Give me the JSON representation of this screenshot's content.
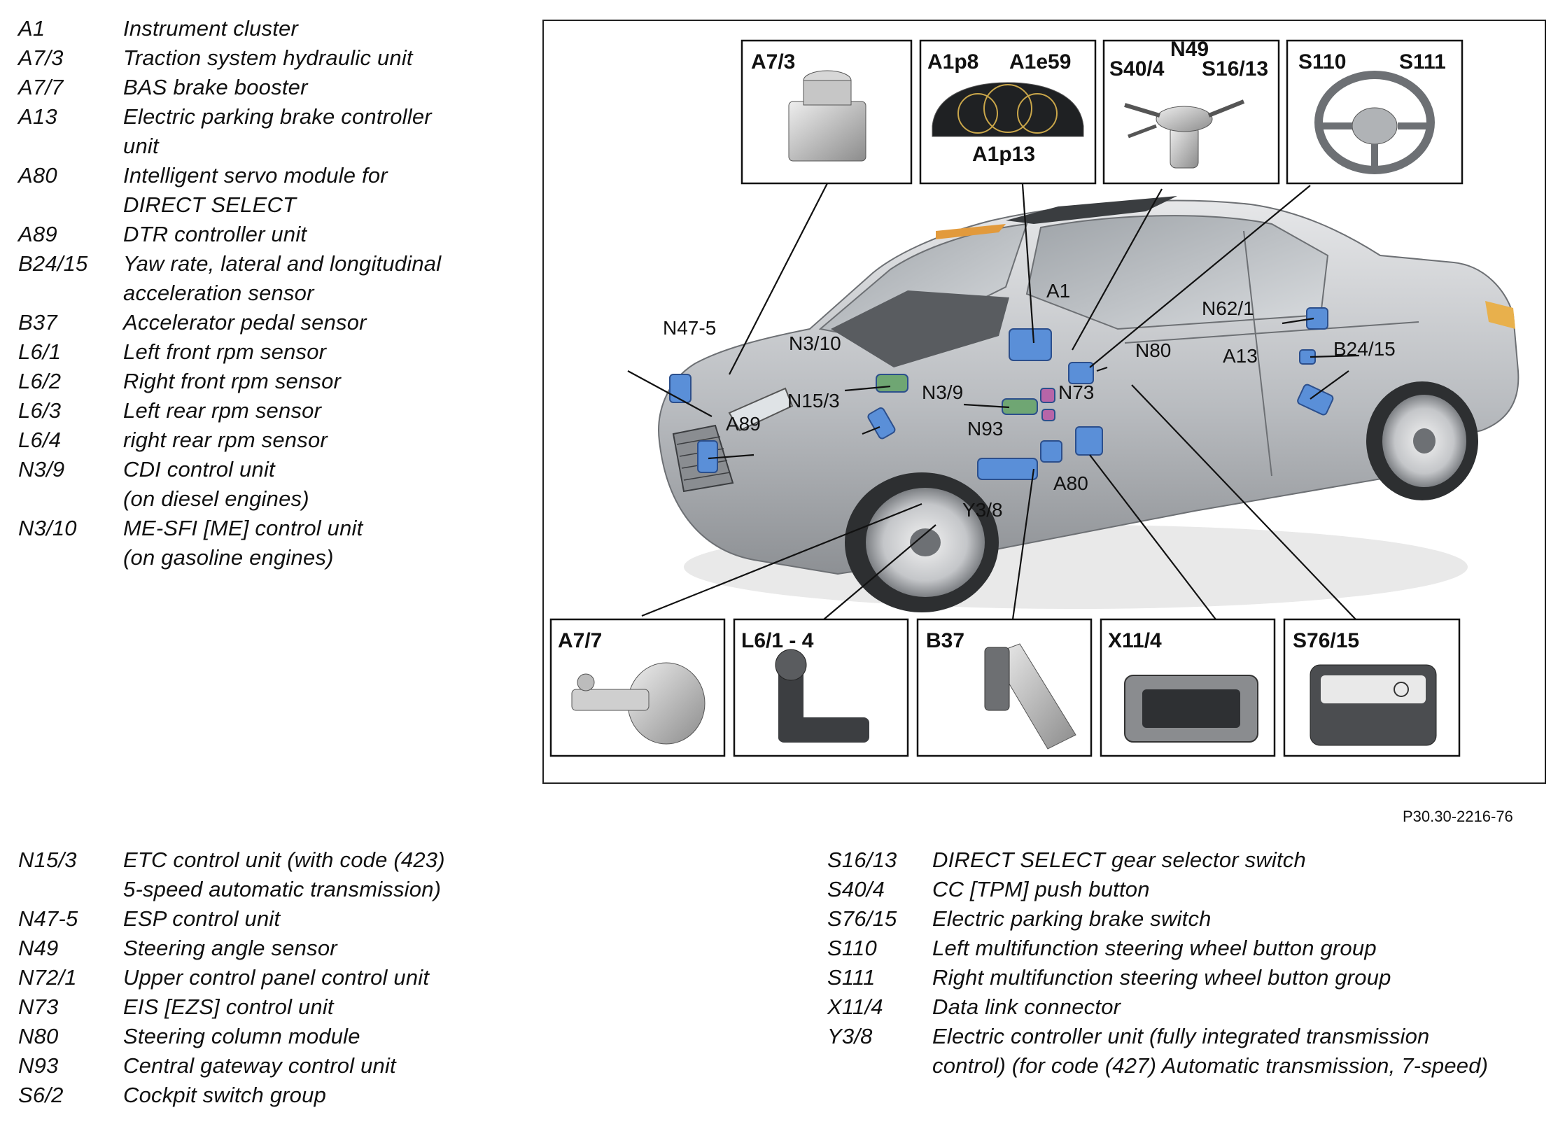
{
  "legend_top": [
    {
      "code": "A1",
      "desc": "Instrument cluster"
    },
    {
      "code": "A7/3",
      "desc": "Traction system hydraulic unit"
    },
    {
      "code": "A7/7",
      "desc": "BAS brake booster"
    },
    {
      "code": "A13",
      "desc": "Electric parking brake controller\nunit"
    },
    {
      "code": "A80",
      "desc": "Intelligent servo module for\nDIRECT SELECT"
    },
    {
      "code": "A89",
      "desc": "DTR controller unit"
    },
    {
      "code": "B24/15",
      "desc": "Yaw rate, lateral and longitudinal\nacceleration sensor"
    },
    {
      "code": "B37",
      "desc": "Accelerator pedal sensor"
    },
    {
      "code": "L6/1",
      "desc": "Left front rpm sensor"
    },
    {
      "code": "L6/2",
      "desc": "Right front rpm sensor"
    },
    {
      "code": "L6/3",
      "desc": "Left rear rpm sensor"
    },
    {
      "code": "L6/4",
      "desc": "right rear rpm sensor"
    },
    {
      "code": "N3/9",
      "desc": "CDI control unit\n(on diesel engines)"
    },
    {
      "code": "N3/10",
      "desc": "ME-SFI [ME] control unit\n(on gasoline engines)"
    }
  ],
  "legend_bottom_left": [
    {
      "code": "N15/3",
      "desc": "ETC control unit (with code (423)\n5-speed automatic transmission)"
    },
    {
      "code": "N47-5",
      "desc": "ESP control unit"
    },
    {
      "code": "N49",
      "desc": "Steering angle sensor"
    },
    {
      "code": "N72/1",
      "desc": "Upper control panel control unit"
    },
    {
      "code": "N73",
      "desc": "EIS [EZS] control unit"
    },
    {
      "code": "N80",
      "desc": "Steering column module"
    },
    {
      "code": "N93",
      "desc": "Central gateway control unit"
    },
    {
      "code": "S6/2",
      "desc": "Cockpit switch group"
    }
  ],
  "legend_bottom_right": [
    {
      "code": "S16/13",
      "desc": "DIRECT SELECT gear selector switch"
    },
    {
      "code": "S40/4",
      "desc": "CC [TPM] push button"
    },
    {
      "code": "S76/15",
      "desc": "Electric parking brake switch"
    },
    {
      "code": "S110",
      "desc": "Left multifunction steering wheel button group"
    },
    {
      "code": "S111",
      "desc": "Right multifunction steering wheel button group"
    },
    {
      "code": "X11/4",
      "desc": "Data link connector"
    },
    {
      "code": "Y3/8",
      "desc": "Electric controller unit (fully integrated transmission\ncontrol) (for code (427) Automatic transmission, 7-speed)"
    }
  ],
  "figure_ref": "P30.30-2216-76",
  "component_boxes": {
    "a73": [
      "A7/3"
    ],
    "cluster": [
      "A1p8",
      "A1e59",
      "A1p13"
    ],
    "n49": [
      "N49",
      "S40/4",
      "S16/13"
    ],
    "wheel": [
      "S110",
      "S111"
    ],
    "a77": [
      "A7/7"
    ],
    "l6": [
      "L6/1 - 4"
    ],
    "b37": [
      "B37"
    ],
    "x114": [
      "X11/4"
    ],
    "s7615": [
      "S76/15"
    ]
  },
  "car_labels": {
    "n475": "N47-5",
    "n310": "N3/10",
    "n153": "N15/3",
    "a89": "A89",
    "n39": "N3/9",
    "a1": "A1",
    "n80": "N80",
    "n73": "N73",
    "n93": "N93",
    "y38": "Y3/8",
    "a80": "A80",
    "n621": "N62/1",
    "a13": "A13",
    "b2415": "B24/15"
  }
}
